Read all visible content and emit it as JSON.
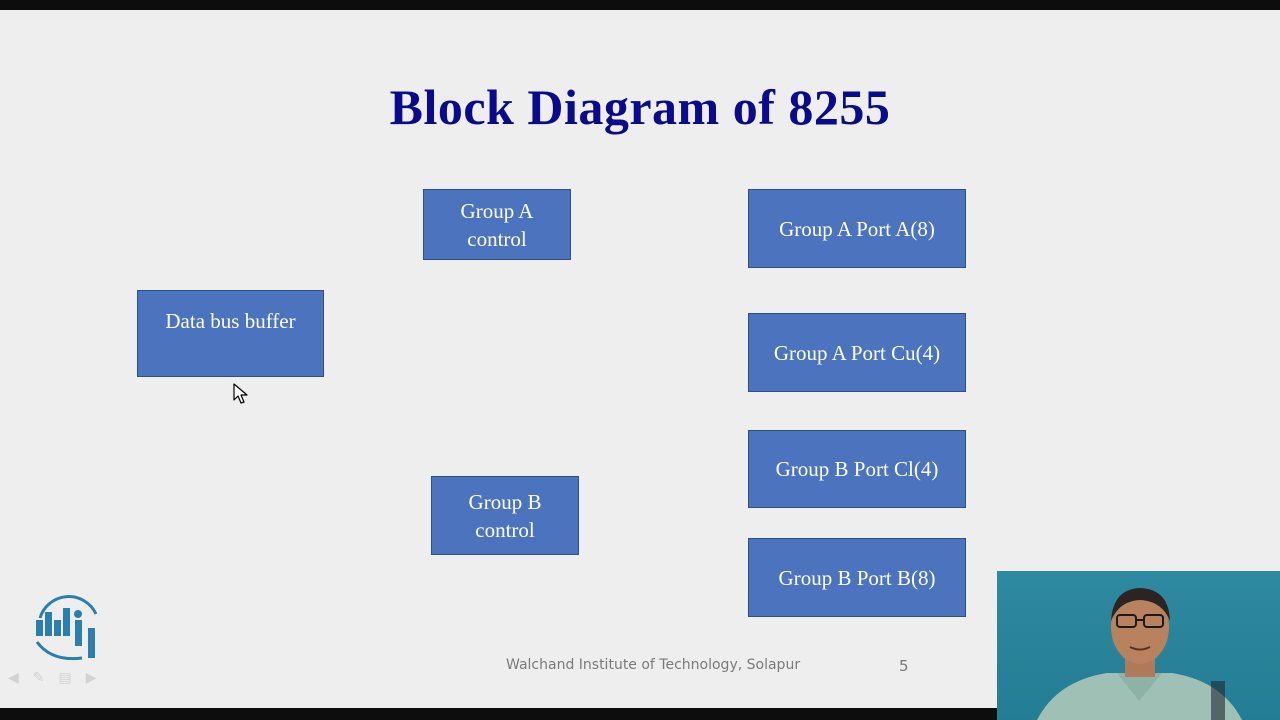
{
  "slide": {
    "title": "Block Diagram  of 8255",
    "footer": "Walchand Institute of Technology, Solapur",
    "page_number": "5"
  },
  "blocks": {
    "data_bus_buffer": "Data bus buffer",
    "group_a_control": [
      "Group A",
      "control"
    ],
    "group_b_control": [
      "Group B",
      "control"
    ],
    "group_a_port_a": "Group A Port A(8)",
    "group_a_port_cu": "Group A Port Cu(4)",
    "group_b_port_cl": "Group B Port Cl(4)",
    "group_b_port_b": "Group B Port B(8)"
  },
  "colors": {
    "block_fill": "#4b73be",
    "title": "#0a0a8c",
    "logo": "#2a7fb0"
  },
  "icons": {
    "logo": "institute-logo-icon",
    "cursor": "mouse-pointer-icon",
    "nav": [
      "previous-slide-icon",
      "pen-icon",
      "menu-icon",
      "next-slide-icon"
    ]
  }
}
